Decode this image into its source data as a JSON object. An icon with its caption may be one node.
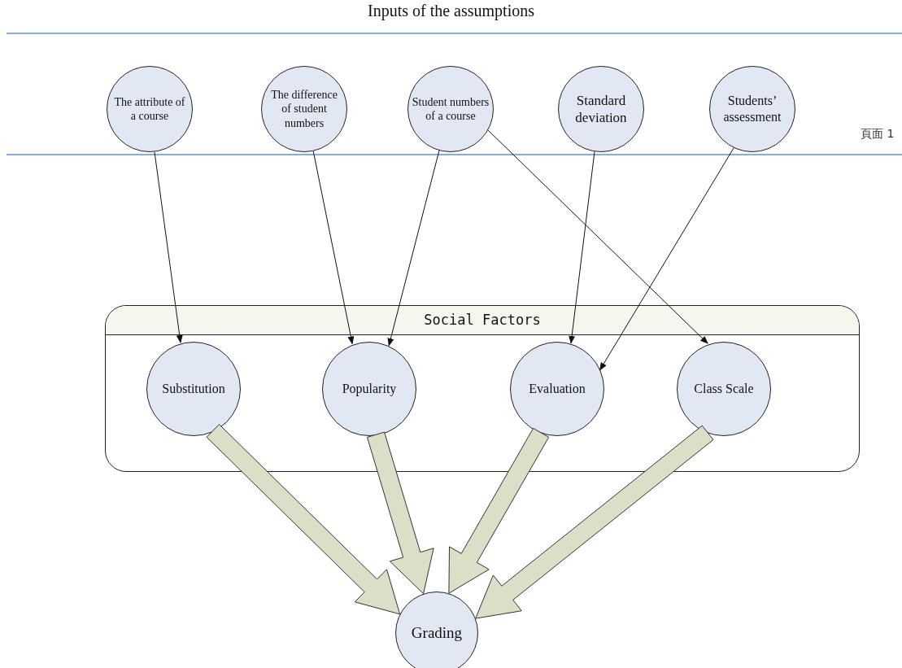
{
  "diagram": {
    "title": "Inputs of the assumptions",
    "nodes": [
      {
        "text": [
          "The attribute of a course"
        ]
      },
      {
        "text": [
          "The difference of student numbers"
        ]
      },
      {
        "text": [
          "Student numbers of a course"
        ]
      },
      {
        "text": [
          "Standard deviation"
        ]
      },
      {
        "text": [
          "Students’ assessment"
        ]
      },
      {
        "text": [
          "Social Factors"
        ]
      },
      {
        "text": [
          "Substitution"
        ],
        "in": 5
      },
      {
        "text": [
          "Popularity"
        ],
        "in": 5
      },
      {
        "text": [
          "Evaluation"
        ],
        "in": 5
      },
      {
        "text": [
          "Class Scale"
        ],
        "in": 5
      },
      {
        "text": [
          "Grading"
        ]
      }
    ],
    "edges": [
      {
        "from": 0,
        "to": 6,
        "arrow": "to"
      },
      {
        "from": 1,
        "to": 7,
        "arrow": "to"
      },
      {
        "from": 2,
        "to": 7,
        "arrow": "to"
      },
      {
        "from": 2,
        "to": 9,
        "arrow": "to"
      },
      {
        "from": 3,
        "to": 8,
        "arrow": "to"
      },
      {
        "from": 4,
        "to": 8,
        "arrow": "to"
      },
      {
        "from": 6,
        "to": 10,
        "arrow": "to",
        "style": "thick",
        "color": "#dcdfc8"
      },
      {
        "from": 7,
        "to": 10,
        "arrow": "to",
        "style": "thick",
        "color": "#dcdfc8"
      },
      {
        "from": 8,
        "to": 10,
        "arrow": "to",
        "style": "thick",
        "color": "#dcdfc8"
      },
      {
        "from": 9,
        "to": 10,
        "arrow": "to",
        "style": "thick",
        "color": "#dcdfc8"
      }
    ],
    "labels": [
      "頁面 1"
    ]
  }
}
